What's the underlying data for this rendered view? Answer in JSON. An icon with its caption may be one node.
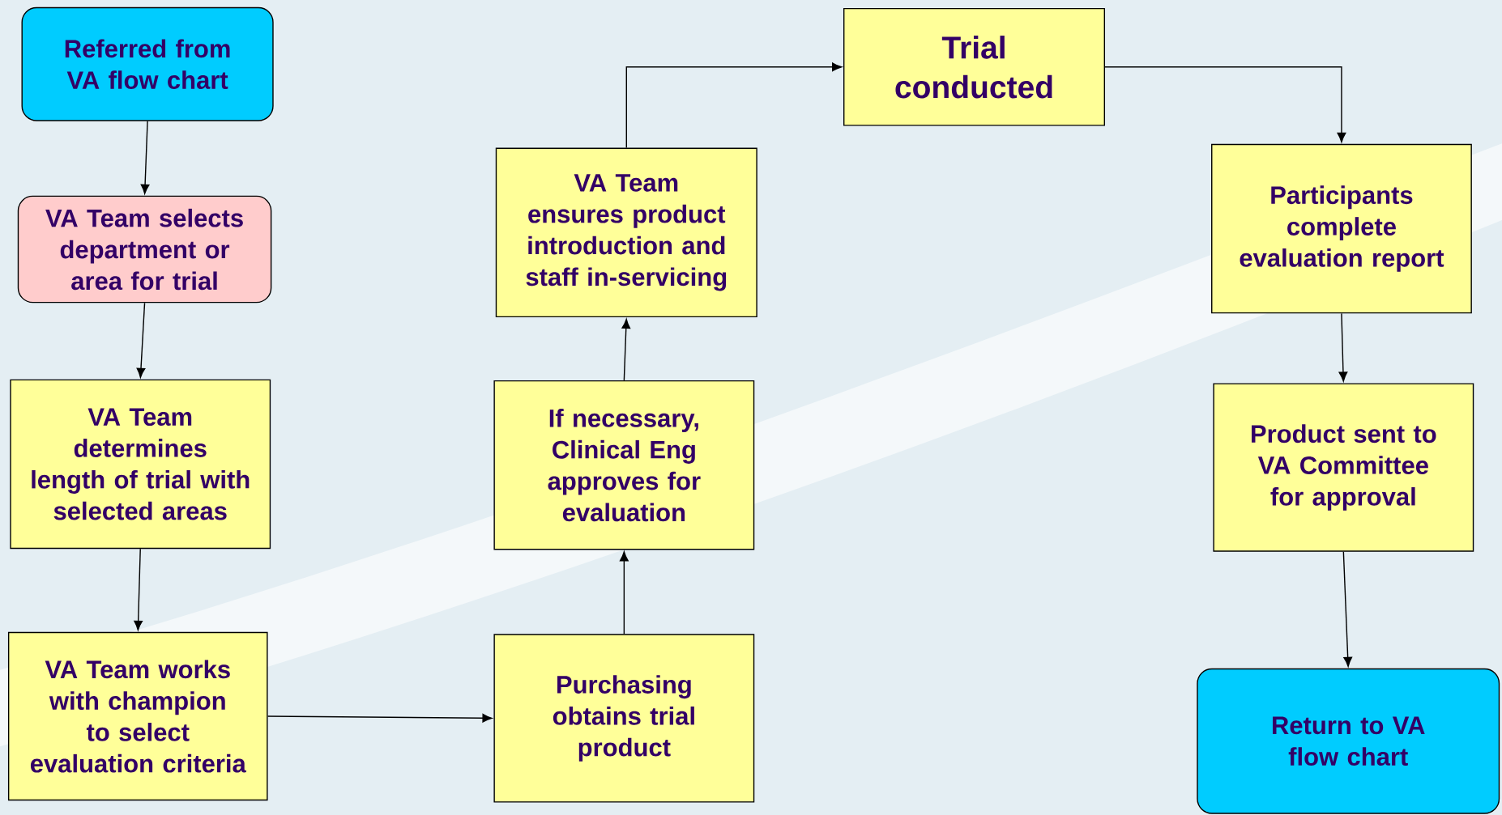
{
  "diagram": {
    "nodes": [
      {
        "text": [
          "Referred from VA flow chart"
        ]
      },
      {
        "text": [
          "VA Team selects department or area for trial"
        ]
      },
      {
        "text": [
          "VA Team determines length of trial with selected areas"
        ]
      },
      {
        "text": [
          "VA Team works with champion to select evaluation criteria"
        ]
      },
      {
        "text": [
          "Purchasing obtains trial product"
        ]
      },
      {
        "text": [
          "If necessary, Clinical Eng approves for evaluation"
        ]
      },
      {
        "text": [
          "VA Team ensures product introduction and staff in-servicing"
        ]
      },
      {
        "text": [
          "Trial conducted"
        ]
      },
      {
        "text": [
          "Participants complete evaluation report"
        ]
      },
      {
        "text": [
          "Product sent to VA Committee for approval"
        ]
      },
      {
        "text": [
          "Return to VA flow chart"
        ]
      }
    ],
    "edges": [
      {
        "from": 0,
        "to": 1,
        "arrow": "to"
      },
      {
        "from": 1,
        "to": 2,
        "arrow": "to"
      },
      {
        "from": 2,
        "to": 3,
        "arrow": "to"
      },
      {
        "from": 3,
        "to": 4,
        "arrow": "to"
      },
      {
        "from": 4,
        "to": 5,
        "arrow": "to"
      },
      {
        "from": 5,
        "to": 6,
        "arrow": "to"
      },
      {
        "from": 6,
        "to": 7,
        "arrow": "to"
      },
      {
        "from": 7,
        "to": 8,
        "arrow": "to"
      },
      {
        "from": 8,
        "to": 9,
        "arrow": "to"
      },
      {
        "from": 9,
        "to": 10,
        "arrow": "to"
      }
    ]
  }
}
